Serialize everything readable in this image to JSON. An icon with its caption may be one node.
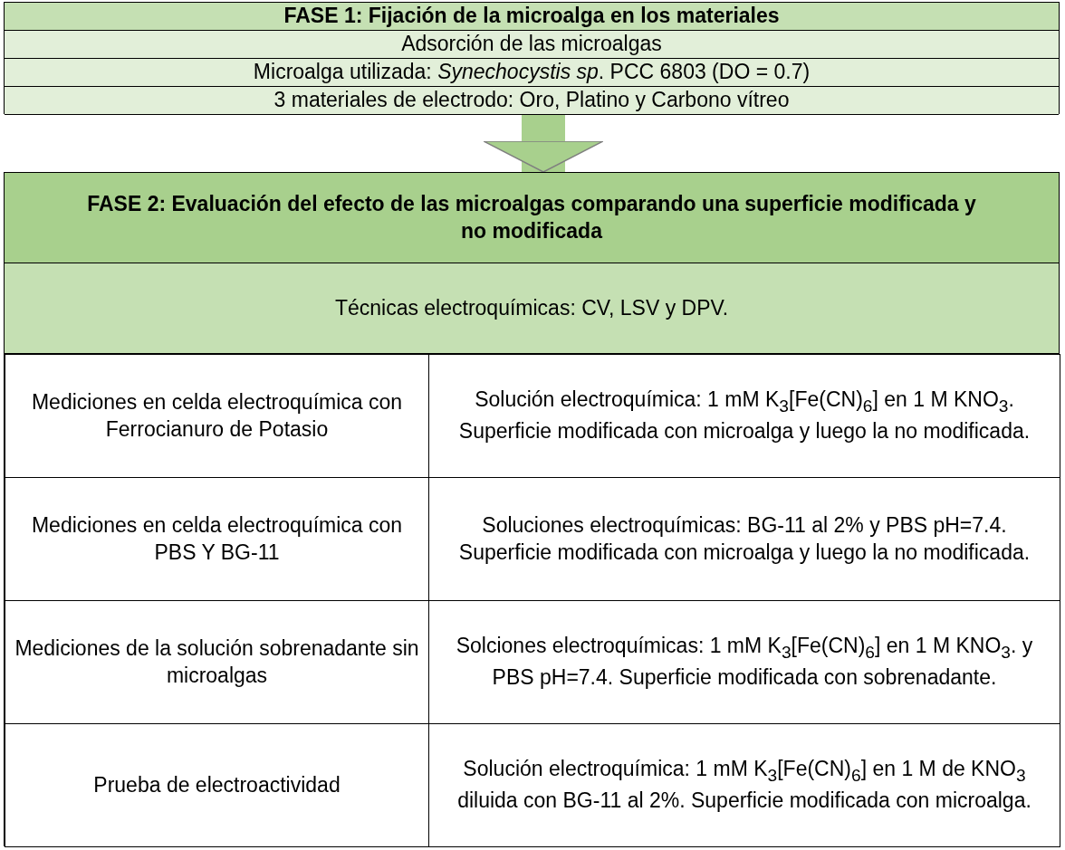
{
  "diagram": {
    "nodes": [
      {
        "text": [
          "FASE 1: Fijación de la microalga en los materiales",
          "Adsorción de las microalgas",
          "Microalga utilizada: *Synechocystis sp*. PCC 6803 (DO = 0.7)",
          "3 materiales de electrodo: Oro, Platino y Carbono vítreo"
        ]
      },
      {
        "text": [
          "FASE 2: Evaluación del efecto de las microalgas comparando una superficie modificada y no modificada",
          "Técnicas electroquímicas: CV, LSV y DPV."
        ]
      },
      {
        "text": [
          "Mediciones en celda electroquímica con Ferrocianuro de Potasio"
        ],
        "in": 1
      },
      {
        "text": [
          "Solución electroquímica: 1 mM K$_{3}$[Fe(CN)$_{6}$] en 1 M KNO$_{3}$. Superficie modificada con microalga y luego la no modificada."
        ],
        "in": 1
      },
      {
        "text": [
          "Mediciones en celda electroquímica con PBS Y BG-11"
        ],
        "in": 1
      },
      {
        "text": [
          "Soluciones electroquímicas: BG-11 al 2% y PBS pH=7.4. Superficie modificada con microalga y luego la no modificada."
        ],
        "in": 1
      },
      {
        "text": [
          "Mediciones de la solución sobrenadante sin microalgas"
        ],
        "in": 1
      },
      {
        "text": [
          "Solciones electroquímicas: 1 mM K$_{3}$[Fe(CN)$_{6}$] en 1 M KNO$_{3}$. y PBS pH=7.4. Superficie modificada con sobrenadante."
        ],
        "in": 1
      },
      {
        "text": [
          "Prueba de electroactividad"
        ],
        "in": 1
      },
      {
        "text": [
          "Solución electroquímica: 1 mM K$_{3}$[Fe(CN)$_{6}$] en 1 M de KNO$_{3}$ diluida con BG-11 al 2%. Superficie modificada con microalga."
        ],
        "in": 1
      }
    ],
    "edges": [
      {
        "from": 0,
        "to": 1,
        "arrow": "to"
      }
    ]
  }
}
